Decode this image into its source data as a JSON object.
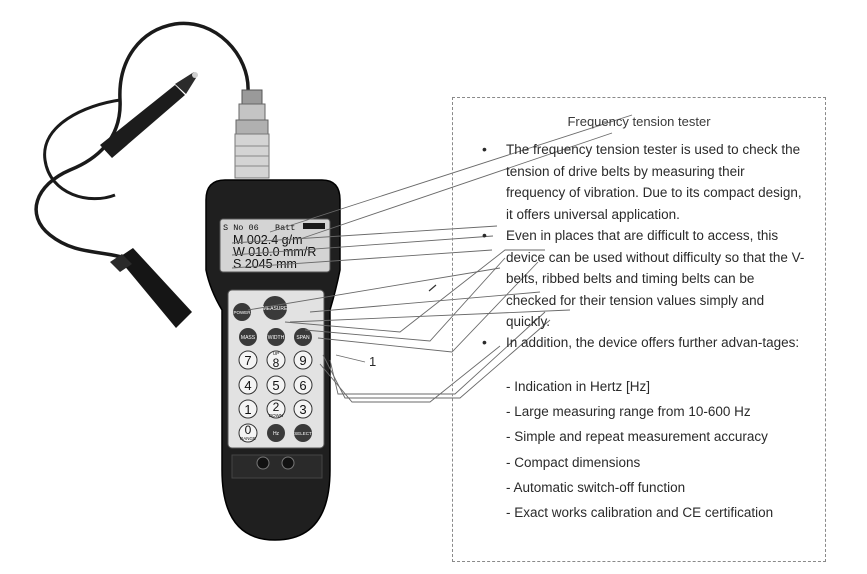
{
  "title": "Frequency tension tester",
  "bullets": [
    "The frequency tension tester is used to check the tension of drive belts by measuring their frequency of vibration. Due to its compact design, it offers universal application.",
    "Even in places that are difficult to access, this device can be used without difficulty so that the V-belts, ribbed belts and timing belts can be checked for their tension values simply and quickly.",
    "In addition, the device offers further advan-tages:"
  ],
  "advantages": [
    "- Indication in Hertz [Hz]",
    "- Large measuring range from 10-600 Hz",
    "- Simple and repeat measurement accuracy",
    "- Compact dimensions",
    "- Automatic switch-off function",
    "- Exact works calibration and CE certification"
  ],
  "callout": "1",
  "display": {
    "line1_left": "S No 06",
    "line1_right": "Batt",
    "line2": "M  002.4  g/m",
    "line3": "W  010.0  mm/R",
    "line4": "S  2045   mm"
  },
  "keys": {
    "power": "POWER",
    "measure": "MEASURE",
    "mass": "MASS",
    "width": "WIDTH",
    "span": "SPAN",
    "k7": "7",
    "k8": "8",
    "k8_sub": "UP",
    "k9": "9",
    "k4": "4",
    "k5": "5",
    "k6": "6",
    "k1": "1",
    "k2": "2",
    "k2_sub": "DOWN",
    "k3": "3",
    "k0": "0",
    "k0_sub": "RANGE",
    "hz": "Hz",
    "select": "SELECT"
  },
  "colors": {
    "device_body": "#1f1f1f",
    "display_bg": "#d4d4d4",
    "keypad_bg": "#e2e2e2",
    "key_dark": "#3a3a3a",
    "callout_lines": "#6a6a6a"
  }
}
